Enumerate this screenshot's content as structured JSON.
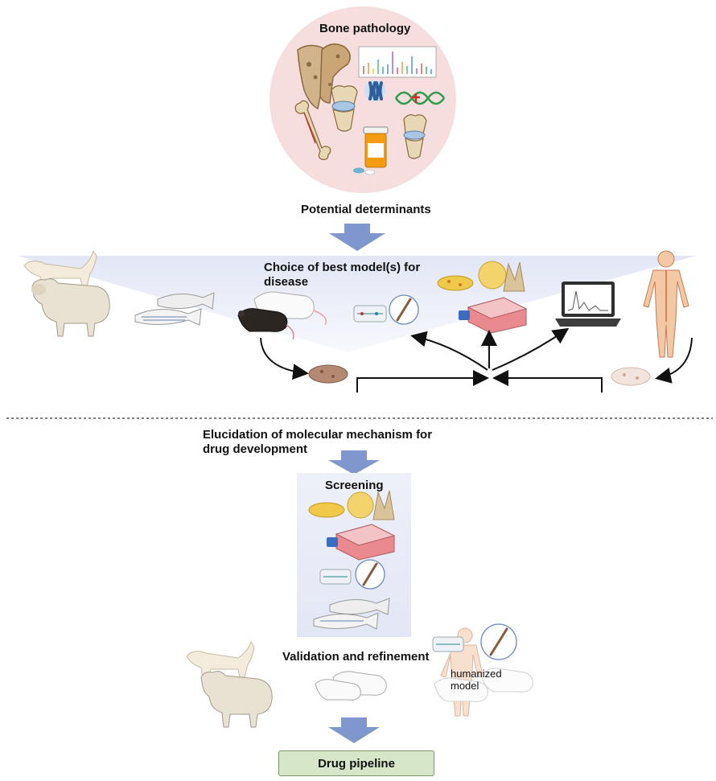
{
  "labels": {
    "bone_pathology": "Bone pathology",
    "potential_determinants": "Potential determinants",
    "choice_of_model": "Choice of best model(s) for disease",
    "elucidation": "Elucidation of molecular mechanism for drug development",
    "screening": "Screening",
    "validation": "Validation and refinement",
    "humanized": "humanized",
    "model": "model",
    "drug_pipeline": "Drug pipeline"
  },
  "colors": {
    "arrow_fill": "#7f97cc",
    "circle_bg": "#f6dcdc",
    "pipeline_box": "#d6e6c8",
    "panel_bg": "#e8ebf7"
  },
  "icons": [
    "femur-icon",
    "bone-icon",
    "knee-joint-icon",
    "chromosome-icon",
    "dna-icon",
    "gwas-plot-icon",
    "pill-bottle-icon",
    "dog-icon",
    "sheep-icon",
    "zebrafish-icon",
    "mouse-icon",
    "organ-on-chip-icon",
    "cell-culture-flask-icon",
    "organoid-icon",
    "laptop-icon",
    "human-body-icon",
    "bone-tissue-icon"
  ]
}
